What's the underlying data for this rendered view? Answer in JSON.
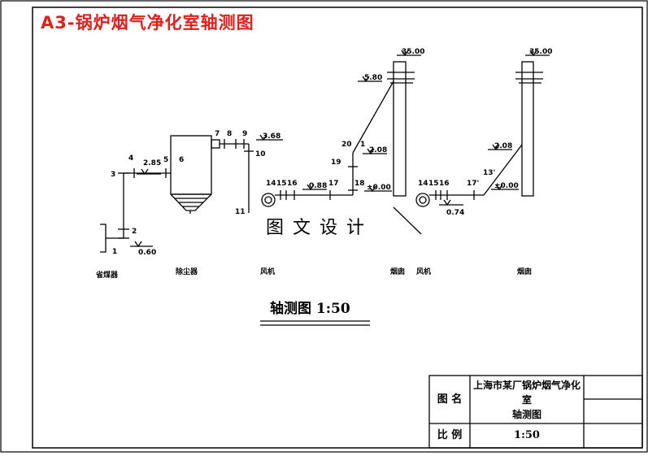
{
  "header": {
    "title": "A3-锅炉烟气净化室轴测图"
  },
  "watermark": "图 文 设 计",
  "drawing": {
    "scale_caption": "轴测图 1:50",
    "points": [
      "1",
      "2",
      "3",
      "4",
      "5",
      "6",
      "7",
      "8",
      "9",
      "10",
      "11",
      "14",
      "15",
      "16",
      "17",
      "18",
      "19",
      "20",
      "1",
      "14",
      "15",
      "16",
      "17'",
      "13'"
    ],
    "elevations": [
      "2.85",
      "0.60",
      "3.68",
      "0.88",
      "5.80",
      "2.08",
      "±0.00",
      "35.00",
      "0.74",
      "2.08",
      "±0.00",
      "35.00"
    ],
    "equipment_labels": [
      "省煤器",
      "除尘器",
      "风机",
      "烟囱",
      "风机",
      "烟囱"
    ]
  },
  "title_block": {
    "name_label": "图 名",
    "name_value_line1": "上海市某厂锅炉烟气净化室",
    "name_value_line2": "轴测图",
    "scale_label": "比 例",
    "scale_value": "1:50"
  }
}
